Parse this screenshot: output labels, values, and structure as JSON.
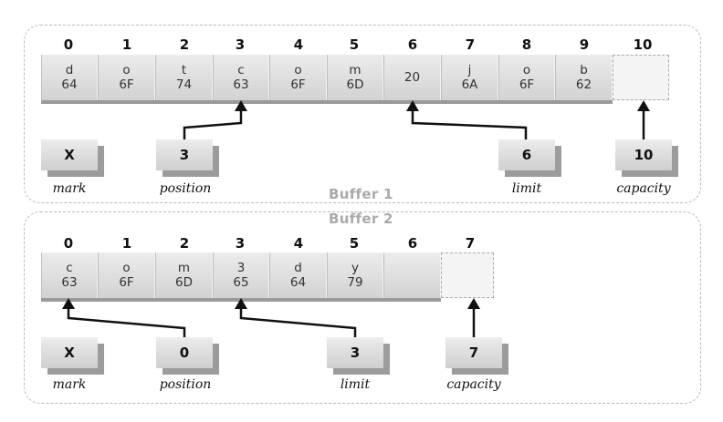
{
  "buffer1": {
    "title": "Buffer 1",
    "indices": [
      "0",
      "1",
      "2",
      "3",
      "4",
      "5",
      "6",
      "7",
      "8",
      "9",
      "10"
    ],
    "cells": [
      {
        "char": "d",
        "hex": "64"
      },
      {
        "char": "o",
        "hex": "6F"
      },
      {
        "char": "t",
        "hex": "74"
      },
      {
        "char": "c",
        "hex": "63"
      },
      {
        "char": "o",
        "hex": "6F"
      },
      {
        "char": "m",
        "hex": "6D"
      },
      {
        "char": "",
        "hex": "20"
      },
      {
        "char": "j",
        "hex": "6A"
      },
      {
        "char": "o",
        "hex": "6F"
      },
      {
        "char": "b",
        "hex": "62"
      }
    ],
    "markers": {
      "mark": {
        "value": "X",
        "label": "mark"
      },
      "position": {
        "value": "3",
        "label": "position"
      },
      "limit": {
        "value": "6",
        "label": "limit"
      },
      "capacity": {
        "value": "10",
        "label": "capacity"
      }
    }
  },
  "buffer2": {
    "title": "Buffer 2",
    "indices": [
      "0",
      "1",
      "2",
      "3",
      "4",
      "5",
      "6",
      "7"
    ],
    "cells": [
      {
        "char": "c",
        "hex": "63"
      },
      {
        "char": "o",
        "hex": "6F"
      },
      {
        "char": "m",
        "hex": "6D"
      },
      {
        "char": "3",
        "hex": "65"
      },
      {
        "char": "d",
        "hex": "64"
      },
      {
        "char": "y",
        "hex": "79"
      },
      {
        "char": "",
        "hex": ""
      }
    ],
    "markers": {
      "mark": {
        "value": "X",
        "label": "mark"
      },
      "position": {
        "value": "0",
        "label": "position"
      },
      "limit": {
        "value": "3",
        "label": "limit"
      },
      "capacity": {
        "value": "7",
        "label": "capacity"
      }
    }
  }
}
